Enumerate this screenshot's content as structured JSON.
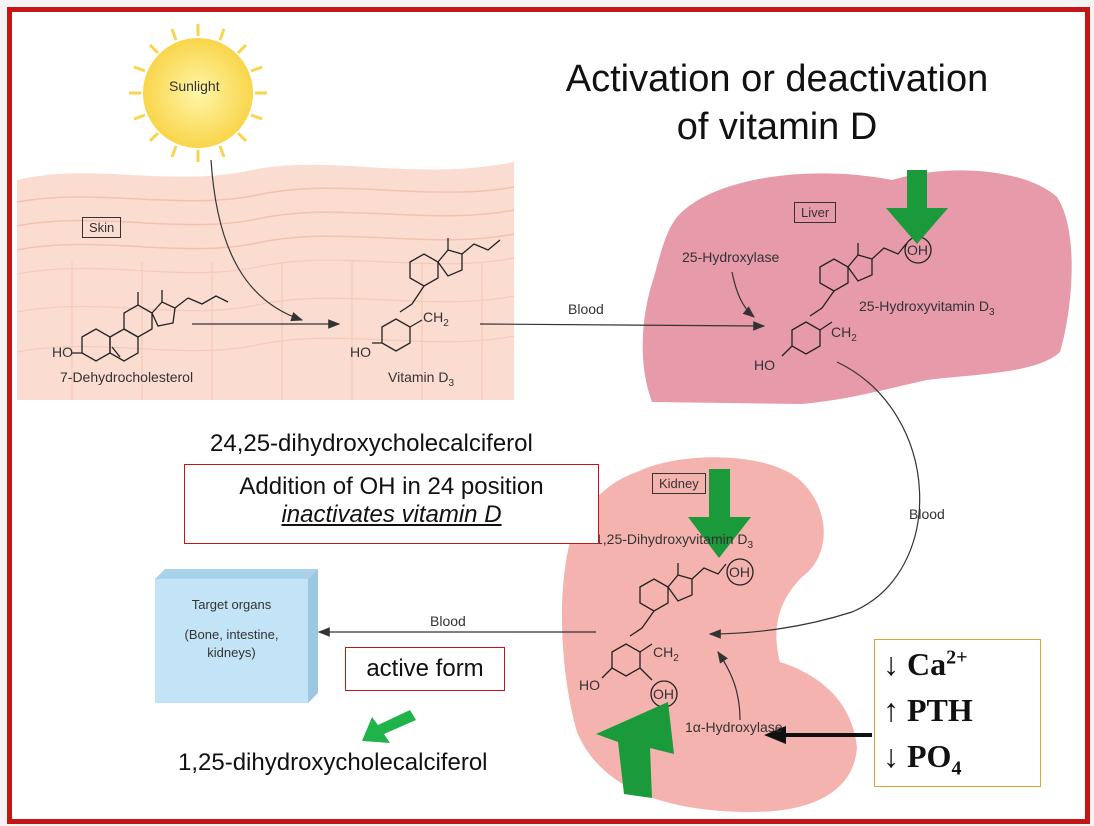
{
  "title_line1": "Activation or deactivation",
  "title_line2": "of vitamin D",
  "sunlight_label": "Sunlight",
  "skin_label": "Skin",
  "liver_label": "Liver",
  "kidney_label": "Kidney",
  "blood_label": "Blood",
  "ho_label": "HO",
  "oh_label": "OH",
  "ch2_label": "CH",
  "ch2_sub": "2",
  "d3_sub": "3",
  "dehydrocholesterol": "7-Dehydrocholesterol",
  "vitamin_d3": "Vitamin D",
  "hydroxylase_25": "25-Hydroxylase",
  "hydroxyvitamin_25": "25-Hydroxyvitamin D",
  "dihydroxyvitamin_125": "1,25-Dihydroxyvitamin D",
  "hydroxylase_1a": "1α-Hydroxylase",
  "compound_2425": "24,25-dihydroxycholecalciferol",
  "inactivation_line1": "Addition of OH in 24 position",
  "inactivation_line2": "inactivates vitamin D",
  "active_form": "active form",
  "compound_125": "1,25-dihydroxycholecalciferol",
  "target_organs_title": "Target organs",
  "target_organs_detail": "(Bone, intestine, kidneys)",
  "regulator_ca_arrow": "↓",
  "regulator_ca": "Ca",
  "regulator_ca_sup": "2+",
  "regulator_pth_arrow": "↑",
  "regulator_pth": "PTH",
  "regulator_po4_arrow": "↓",
  "regulator_po4": "PO",
  "regulator_po4_sub": "4",
  "colors": {
    "frame": "#c41616",
    "green_arrow": "#1a9a3a",
    "liver": "#e79aa9",
    "kidney": "#f4b3ae",
    "skin": "#fbdcd0",
    "target_box": "#c3e3f6",
    "regulator_border": "#d9a23a"
  }
}
